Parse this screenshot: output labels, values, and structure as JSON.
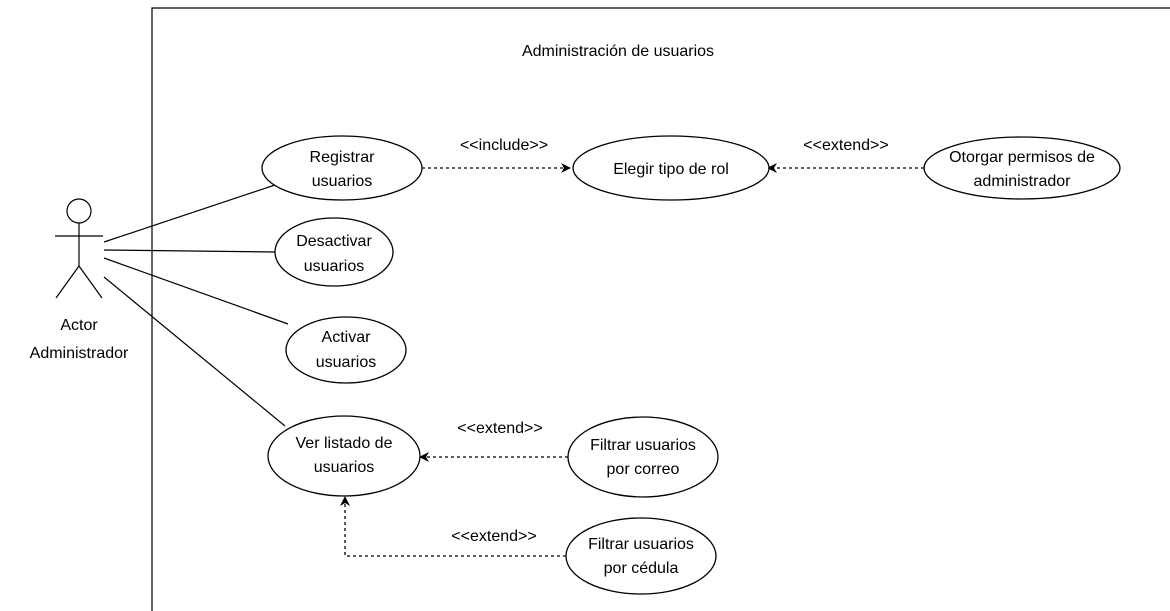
{
  "system": {
    "title": "Administración de usuarios"
  },
  "actor": {
    "line1": "Actor",
    "line2": "Administrador"
  },
  "use_cases": {
    "registrar": [
      "Registrar",
      "usuarios"
    ],
    "desactivar": [
      "Desactivar",
      "usuarios"
    ],
    "activar": [
      "Activar",
      "usuarios"
    ],
    "ver_listado": [
      "Ver listado de",
      "usuarios"
    ],
    "elegir_rol": [
      "Elegir tipo de rol"
    ],
    "otorgar_permisos": [
      "Otorgar permisos de",
      "administrador"
    ],
    "filtrar_correo": [
      "Filtrar usuarios",
      "por correo"
    ],
    "filtrar_cedula": [
      "Filtrar usuarios",
      "por cédula"
    ]
  },
  "relations": {
    "include_registrar_rol": "<<include>>",
    "extend_permisos_rol": "<<extend>>",
    "extend_correo_listado": "<<extend>>",
    "extend_cedula_listado": "<<extend>>"
  }
}
